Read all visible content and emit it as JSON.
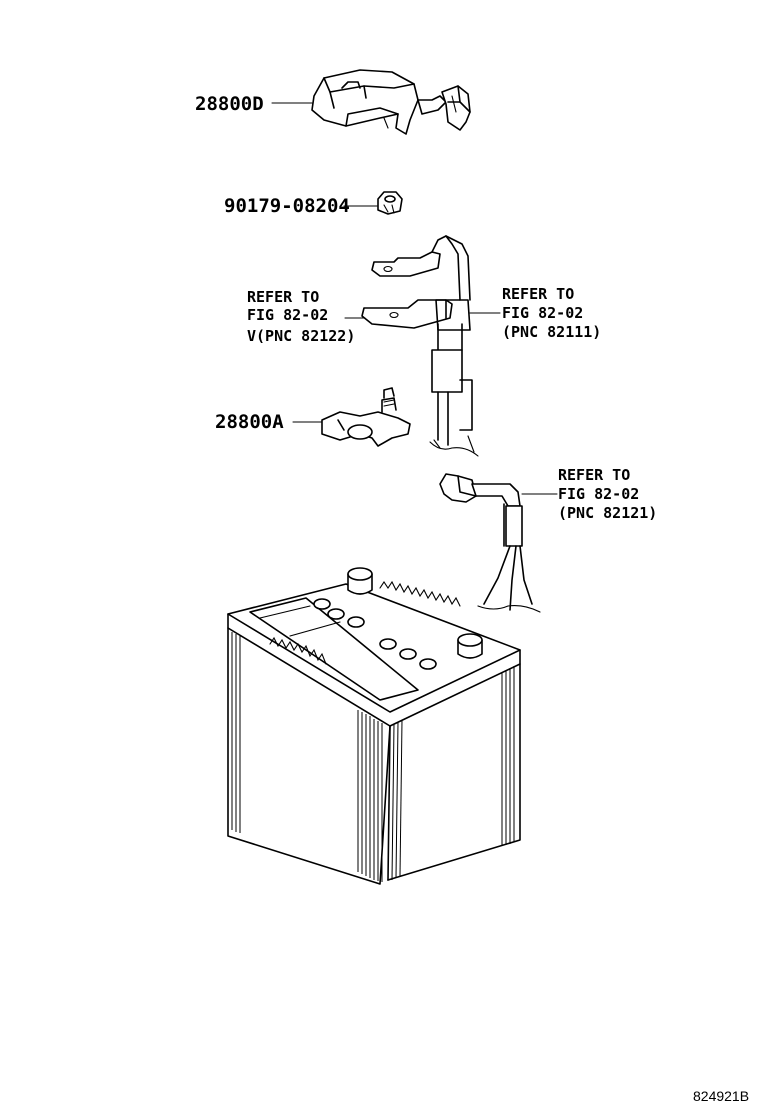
{
  "parts": {
    "cover": "28800D",
    "nut": "90179-08204",
    "terminal": "28800A"
  },
  "refs": {
    "left": {
      "line1": "REFER TO",
      "line2": "FIG 82-02",
      "line3": "V(PNC 82122)"
    },
    "right": {
      "line1": "REFER TO",
      "line2": "FIG 82-02",
      "line3": "(PNC 82111)"
    },
    "lower": {
      "line1": "REFER TO",
      "line2": "FIG 82-02",
      "line3": "(PNC 82121)"
    }
  },
  "figure_number": "824921B"
}
